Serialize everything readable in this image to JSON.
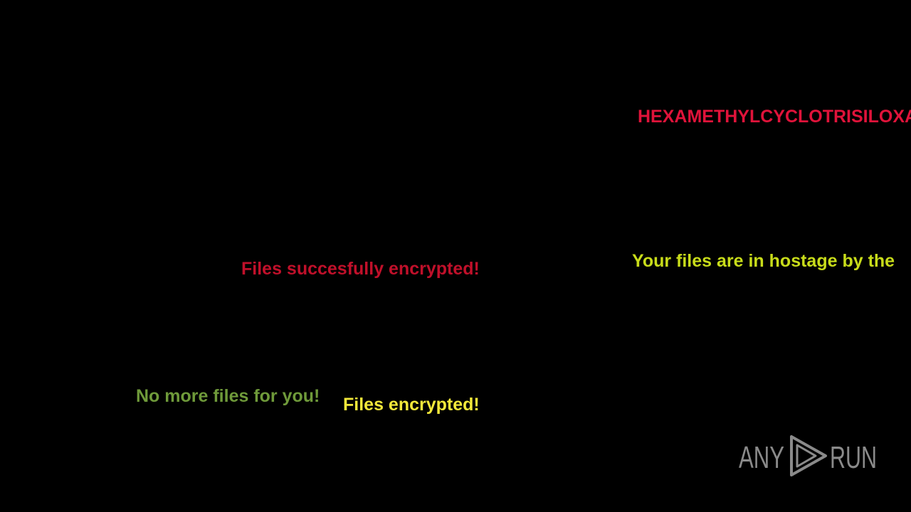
{
  "messages": [
    {
      "id": "hexa",
      "text": "HEXAMETHYLCYCLOTRISILOXANE",
      "color": "#e0133a"
    },
    {
      "id": "hostage",
      "text": "Your files are in hostage by the",
      "color": "#c8dc1a"
    },
    {
      "id": "succes",
      "text": "Files succesfully encrypted!",
      "color": "#c0102a"
    },
    {
      "id": "nomore",
      "text": "No more files for you!",
      "color": "#6f9a3a"
    },
    {
      "id": "encrypted",
      "text": "Files encrypted!",
      "color": "#f2e83a"
    }
  ],
  "watermark": {
    "text_left": "ANY",
    "text_right": "RUN",
    "icon": "play-triangle-icon",
    "color": "#8a8a8a"
  }
}
